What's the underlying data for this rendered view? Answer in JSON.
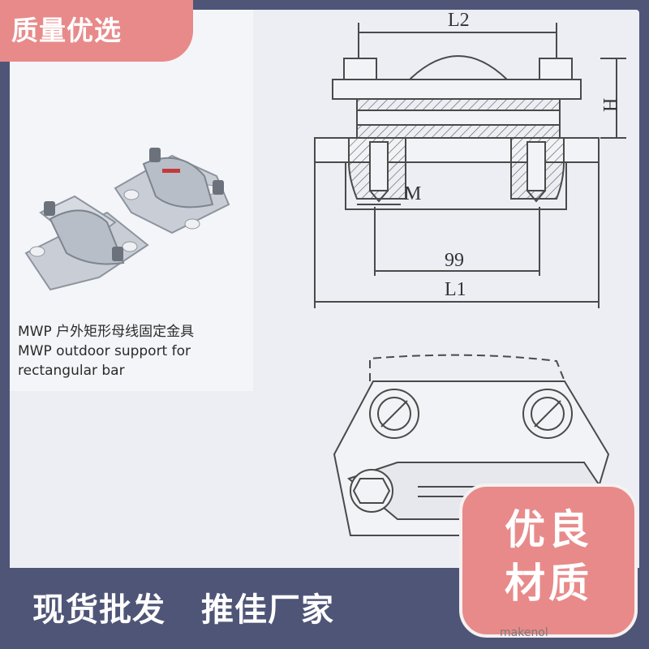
{
  "badge_top": "质量优选",
  "caption": {
    "line1": "MWP 户外矩形母线固定金具",
    "line2": "MWP outdoor support for",
    "line3": "rectangular bar"
  },
  "drawing_labels": {
    "l2": "L2",
    "h": "H",
    "m": "M",
    "dim_99": "99",
    "l1": "L1"
  },
  "slogan": {
    "part1": "现货批发",
    "part2": "推佳厂家"
  },
  "quality_badge": {
    "line1": "优良",
    "line2": "材质"
  },
  "bottom_fragment": "makenol",
  "colors": {
    "frame": "#4f5577",
    "accent": "#e88a8a"
  }
}
